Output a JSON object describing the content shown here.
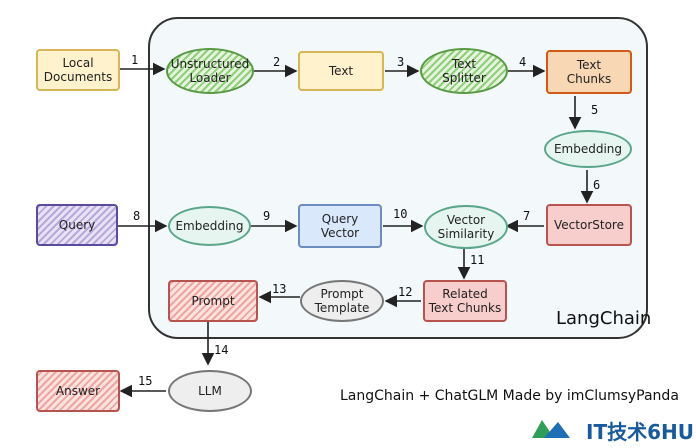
{
  "diagram": {
    "container_label": "LangChain",
    "credit": "LangChain + ChatGLM Made by imClumsyPanda",
    "watermark": "IT技术6HU",
    "nodes": {
      "local_documents": "Local\nDocuments",
      "unstructured_loader": "Unstructured\nLoader",
      "text": "Text",
      "text_splitter": "Text\nSplitter",
      "text_chunks": "Text\nChunks",
      "embedding_top": "Embedding",
      "vectorstore": "VectorStore",
      "query": "Query",
      "embedding_query": "Embedding",
      "query_vector": "Query\nVector",
      "vector_similarity": "Vector\nSimilarity",
      "related_text_chunks": "Related\nText Chunks",
      "prompt_template": "Prompt\nTemplate",
      "prompt": "Prompt",
      "llm": "LLM",
      "answer": "Answer"
    },
    "edges": [
      {
        "label": "1",
        "from": "local_documents",
        "to": "unstructured_loader"
      },
      {
        "label": "2",
        "from": "unstructured_loader",
        "to": "text"
      },
      {
        "label": "3",
        "from": "text",
        "to": "text_splitter"
      },
      {
        "label": "4",
        "from": "text_splitter",
        "to": "text_chunks"
      },
      {
        "label": "5",
        "from": "text_chunks",
        "to": "embedding_top"
      },
      {
        "label": "6",
        "from": "embedding_top",
        "to": "vectorstore"
      },
      {
        "label": "7",
        "from": "vectorstore",
        "to": "vector_similarity"
      },
      {
        "label": "8",
        "from": "query",
        "to": "embedding_query"
      },
      {
        "label": "9",
        "from": "embedding_query",
        "to": "query_vector"
      },
      {
        "label": "10",
        "from": "query_vector",
        "to": "vector_similarity"
      },
      {
        "label": "11",
        "from": "vector_similarity",
        "to": "related_text_chunks"
      },
      {
        "label": "12",
        "from": "related_text_chunks",
        "to": "prompt_template"
      },
      {
        "label": "13",
        "from": "prompt_template",
        "to": "prompt"
      },
      {
        "label": "14",
        "from": "prompt",
        "to": "llm"
      },
      {
        "label": "15",
        "from": "llm",
        "to": "answer"
      }
    ]
  }
}
